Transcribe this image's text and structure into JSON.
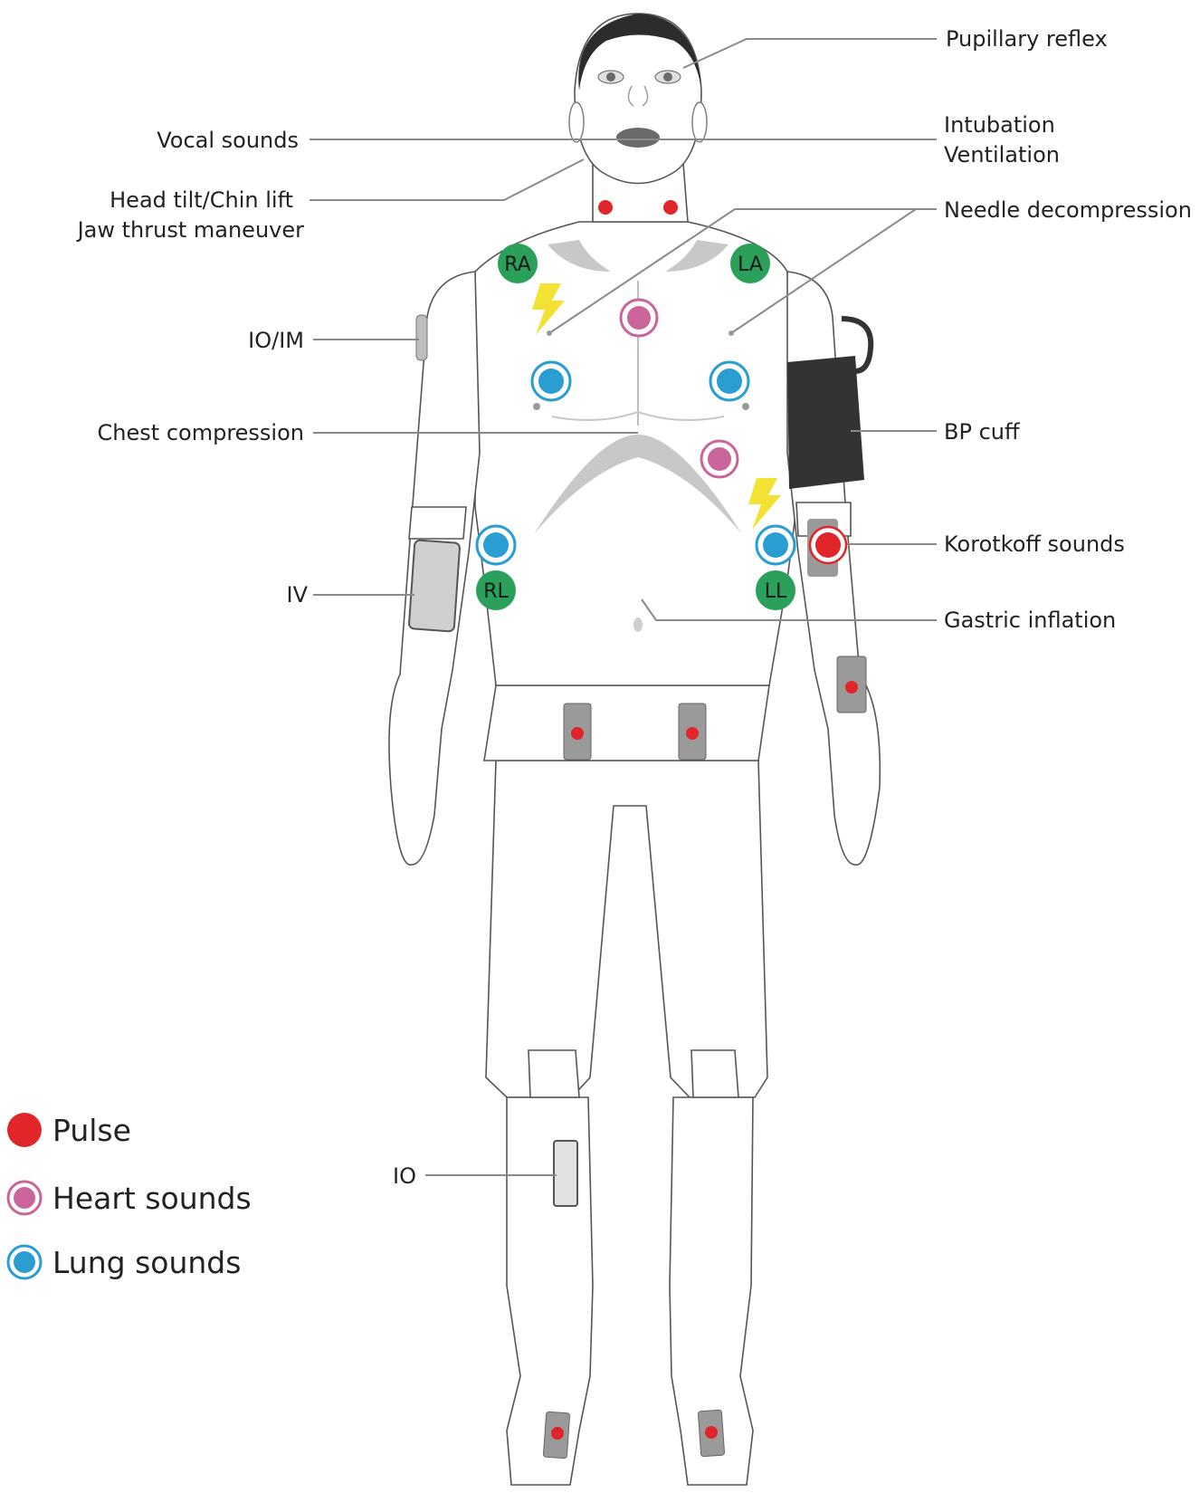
{
  "labels": {
    "pupillary_reflex": "Pupillary reflex",
    "vocal_sounds": "Vocal sounds",
    "intubation": "Intubation",
    "ventilation": "Ventilation",
    "head_tilt": "Head tilt/Chin lift",
    "jaw_thrust": "Jaw thrust maneuver",
    "needle_decompression": "Needle decompression",
    "io_im": "IO/IM",
    "chest_compression": "Chest compression",
    "bp_cuff": "BP cuff",
    "korotkoff": "Korotkoff sounds",
    "iv": "IV",
    "gastric_inflation": "Gastric inflation",
    "io": "IO"
  },
  "ecg_leads": {
    "ra": "RA",
    "la": "LA",
    "rl": "RL",
    "ll": "LL"
  },
  "legend": [
    {
      "label": "Pulse",
      "color": "#e0262b",
      "style": "filled"
    },
    {
      "label": "Heart sounds",
      "color": "#c9659a",
      "style": "ring"
    },
    {
      "label": "Lung sounds",
      "color": "#2a9ed0",
      "style": "ring"
    }
  ],
  "colors": {
    "pulse": "#e0262b",
    "heart": "#c9659a",
    "lung": "#2a9ed0",
    "ecg_lead": "#2aa05a",
    "defib": "#f3e233",
    "bp_cuff": "#333333",
    "pad": "#9a9a9a"
  },
  "icons": [
    "defibrillation-bolt-icon",
    "pulse-dot-icon",
    "heart-sound-icon",
    "lung-sound-icon",
    "ecg-electrode-icon"
  ]
}
